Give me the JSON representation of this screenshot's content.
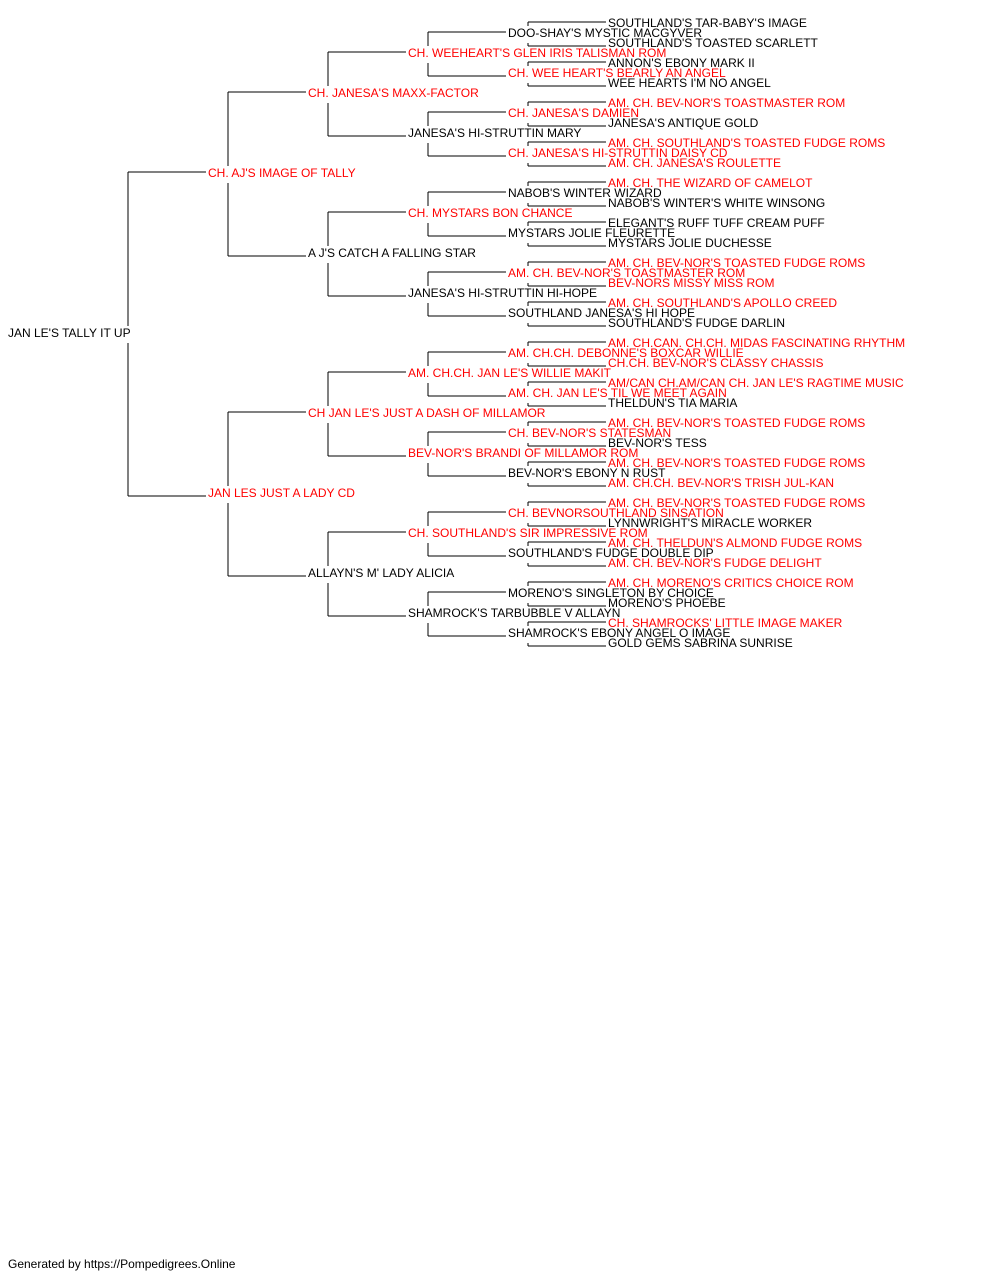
{
  "colors": {
    "champion": "#ff0000",
    "regular": "#000000",
    "lines": "#000000"
  },
  "footer": "Generated by https://Pompedigrees.Online",
  "pedigree": {
    "name": "JAN LE'S TALLY IT UP",
    "champion": false,
    "sire": {
      "name": "CH. AJ'S IMAGE OF TALLY",
      "champion": true,
      "sire": {
        "name": "CH. JANESA'S MAXX-FACTOR",
        "champion": true,
        "sire": {
          "name": "CH. WEEHEART'S GLEN IRIS TALISMAN ROM",
          "champion": true,
          "sire": {
            "name": "DOO-SHAY'S MYSTIC MACGYVER",
            "champion": false,
            "sire": {
              "name": "SOUTHLAND'S TAR-BABY'S IMAGE",
              "champion": false
            },
            "dam": {
              "name": "SOUTHLAND'S TOASTED SCARLETT",
              "champion": false
            }
          },
          "dam": {
            "name": "CH. WEE HEART'S BEARLY AN ANGEL",
            "champion": true,
            "sire": {
              "name": "ANNON'S EBONY MARK II",
              "champion": false
            },
            "dam": {
              "name": "WEE HEARTS I'M NO ANGEL",
              "champion": false
            }
          }
        },
        "dam": {
          "name": "JANESA'S HI-STRUTTIN MARY",
          "champion": false,
          "sire": {
            "name": "CH. JANESA'S DAMIEN",
            "champion": true,
            "sire": {
              "name": "AM. CH. BEV-NOR'S TOASTMASTER ROM",
              "champion": true
            },
            "dam": {
              "name": "JANESA'S ANTIQUE GOLD",
              "champion": false
            }
          },
          "dam": {
            "name": "CH. JANESA'S HI-STRUTTIN DAISY CD",
            "champion": true,
            "sire": {
              "name": "AM. CH. SOUTHLAND'S TOASTED FUDGE ROMS",
              "champion": true
            },
            "dam": {
              "name": "AM. CH. JANESA'S ROULETTE",
              "champion": true
            }
          }
        }
      },
      "dam": {
        "name": "A J'S CATCH A FALLING STAR",
        "champion": false,
        "sire": {
          "name": "CH. MYSTARS BON CHANCE",
          "champion": true,
          "sire": {
            "name": "NABOB'S WINTER WIZARD",
            "champion": false,
            "sire": {
              "name": "AM. CH. THE WIZARD OF CAMELOT",
              "champion": true
            },
            "dam": {
              "name": "NABOB'S WINTER'S WHITE WINSONG",
              "champion": false
            }
          },
          "dam": {
            "name": "MYSTARS JOLIE FLEURETTE",
            "champion": false,
            "sire": {
              "name": "ELEGANT'S RUFF TUFF CREAM PUFF",
              "champion": false
            },
            "dam": {
              "name": "MYSTARS JOLIE DUCHESSE",
              "champion": false
            }
          }
        },
        "dam": {
          "name": "JANESA'S HI-STRUTTIN HI-HOPE",
          "champion": false,
          "sire": {
            "name": "AM. CH. BEV-NOR'S TOASTMASTER ROM",
            "champion": true,
            "sire": {
              "name": "AM. CH. BEV-NOR'S TOASTED FUDGE ROMS",
              "champion": true
            },
            "dam": {
              "name": "BEV-NORS MISSY MISS ROM",
              "champion": true
            }
          },
          "dam": {
            "name": "SOUTHLAND JANESA'S HI HOPE",
            "champion": false,
            "sire": {
              "name": "AM. CH. SOUTHLAND'S APOLLO CREED",
              "champion": true
            },
            "dam": {
              "name": "SOUTHLAND'S FUDGE DARLIN",
              "champion": false
            }
          }
        }
      }
    },
    "dam": {
      "name": "JAN LES JUST A LADY CD",
      "champion": true,
      "sire": {
        "name": "CH JAN LE'S JUST A DASH OF MILLAMOR",
        "champion": true,
        "sire": {
          "name": "AM. CH.CH. JAN LE'S WILLIE MAKIT",
          "champion": true,
          "sire": {
            "name": "AM. CH.CH. DEBONNE'S BOXCAR WILLIE",
            "champion": true,
            "sire": {
              "name": "AM. CH.CAN. CH.CH. MIDAS FASCINATING RHYTHM",
              "champion": true
            },
            "dam": {
              "name": "CH.CH. BEV-NOR'S CLASSY CHASSIS",
              "champion": true
            }
          },
          "dam": {
            "name": "AM. CH. JAN LE'S TIL WE MEET AGAIN",
            "champion": true,
            "sire": {
              "name": "AM/CAN CH.AM/CAN CH. JAN LE'S RAGTIME MUSIC",
              "champion": true
            },
            "dam": {
              "name": "THELDUN'S TIA MARIA",
              "champion": false
            }
          }
        },
        "dam": {
          "name": "BEV-NOR'S BRANDI OF MILLAMOR ROM",
          "champion": true,
          "sire": {
            "name": "CH. BEV-NOR'S STATESMAN",
            "champion": true,
            "sire": {
              "name": "AM. CH. BEV-NOR'S TOASTED FUDGE ROMS",
              "champion": true
            },
            "dam": {
              "name": "BEV-NOR'S TESS",
              "champion": false
            }
          },
          "dam": {
            "name": "BEV-NOR'S EBONY N RUST",
            "champion": false,
            "sire": {
              "name": "AM. CH. BEV-NOR'S TOASTED FUDGE ROMS",
              "champion": true
            },
            "dam": {
              "name": "AM. CH.CH. BEV-NOR'S TRISH JUL-KAN",
              "champion": true
            }
          }
        }
      },
      "dam": {
        "name": "ALLAYN'S M' LADY ALICIA",
        "champion": false,
        "sire": {
          "name": "CH. SOUTHLAND'S SIR IMPRESSIVE ROM",
          "champion": true,
          "sire": {
            "name": "CH. BEVNORSOUTHLAND SINSATION",
            "champion": true,
            "sire": {
              "name": "AM. CH. BEV-NOR'S TOASTED FUDGE ROMS",
              "champion": true
            },
            "dam": {
              "name": "LYNNWRIGHT'S MIRACLE WORKER",
              "champion": false
            }
          },
          "dam": {
            "name": "SOUTHLAND'S FUDGE DOUBLE DIP",
            "champion": false,
            "sire": {
              "name": "AM. CH. THELDUN'S ALMOND FUDGE ROMS",
              "champion": true
            },
            "dam": {
              "name": "AM. CH. BEV-NOR'S FUDGE DELIGHT",
              "champion": true
            }
          }
        },
        "dam": {
          "name": "SHAMROCK'S TARBUBBLE V ALLAYN",
          "champion": false,
          "sire": {
            "name": "MORENO'S SINGLETON BY CHOICE",
            "champion": false,
            "sire": {
              "name": "AM. CH. MORENO'S CRITICS CHOICE ROM",
              "champion": true
            },
            "dam": {
              "name": "MORENO'S PHOEBE",
              "champion": false
            }
          },
          "dam": {
            "name": "SHAMROCK'S EBONY ANGEL O IMAGE",
            "champion": false,
            "sire": {
              "name": "CH. SHAMROCKS' LITTLE IMAGE MAKER",
              "champion": true
            },
            "dam": {
              "name": "GOLD GEMS SABRINA SUNRISE",
              "champion": false
            }
          }
        }
      }
    }
  }
}
